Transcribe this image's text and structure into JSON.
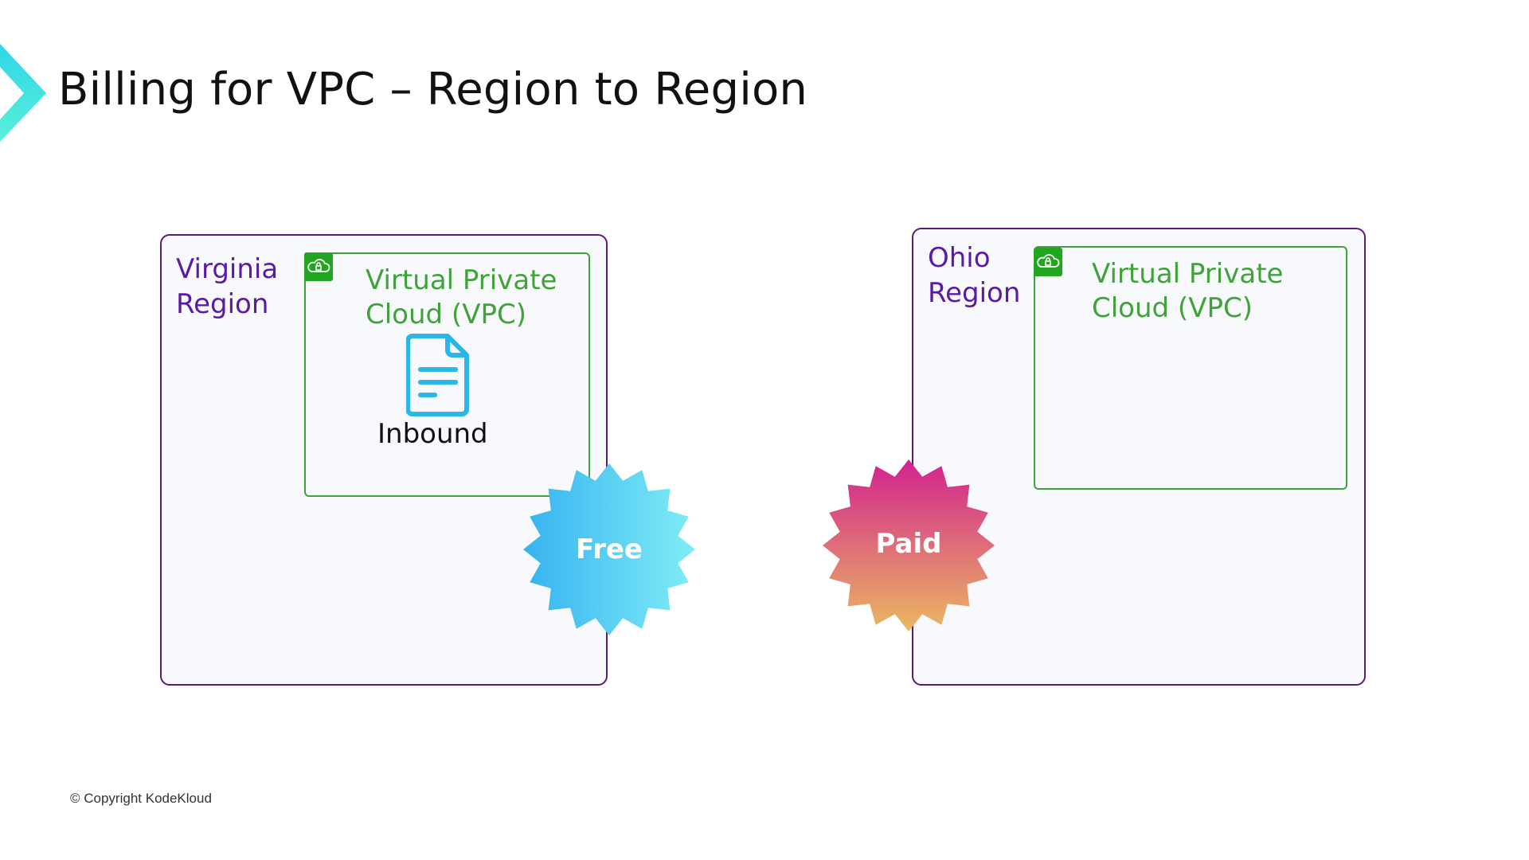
{
  "slide": {
    "title": "Billing for VPC – Region to Region",
    "copyright": "© Copyright KodeKloud"
  },
  "regions": [
    {
      "label": "Virginia\nRegion",
      "vpc_label": "Virtual Private\nCloud (VPC)",
      "vpc_icon": "cloud-lock-icon",
      "contents": {
        "icon": "document-icon",
        "label": "Inbound"
      },
      "badge": {
        "label": "Free",
        "colors": [
          "#3bb4f0",
          "#7ee8f5"
        ]
      }
    },
    {
      "label": "Ohio\nRegion",
      "vpc_label": "Virtual Private\nCloud (VPC)",
      "vpc_icon": "cloud-lock-icon",
      "badge": {
        "label": "Paid",
        "colors": [
          "#d6278f",
          "#e8b064"
        ]
      }
    }
  ],
  "colors": {
    "region_border": "#5a1a7a",
    "region_label": "#5a1aa8",
    "vpc_border": "#3fa33a",
    "vpc_label": "#3fa33a",
    "vpc_icon_bg": "#22a51f",
    "document_icon": "#2bb5e8"
  }
}
